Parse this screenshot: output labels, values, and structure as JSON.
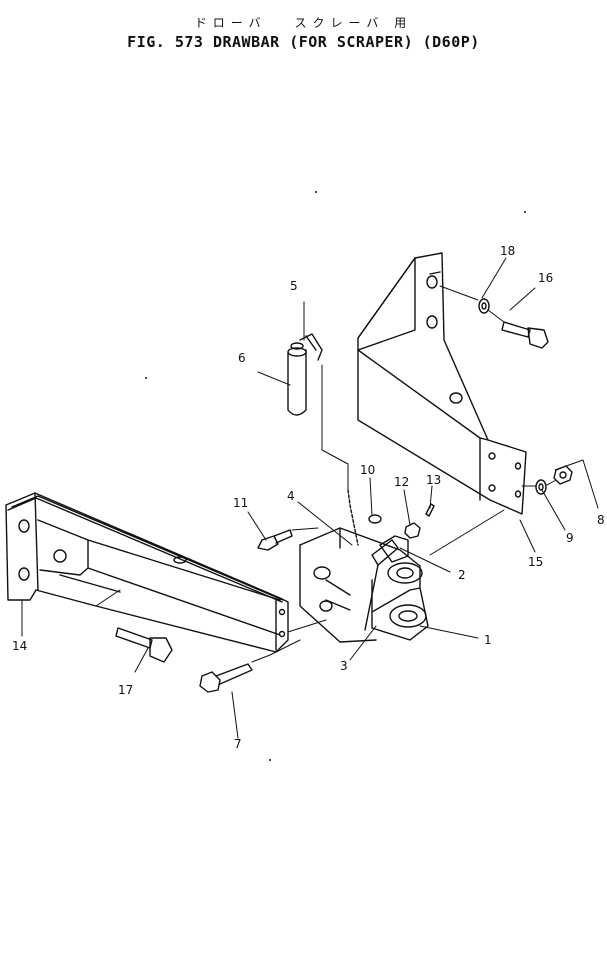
{
  "figure": {
    "title_jp": "ドローバ　 スクレーバ 用",
    "title_en": "FIG. 573  DRAWBAR (FOR SCRAPER) (D60P)"
  },
  "callouts": [
    "1",
    "2",
    "3",
    "4",
    "5",
    "6",
    "7",
    "8",
    "9",
    "10",
    "11",
    "12",
    "13",
    "14",
    "15",
    "16",
    "17",
    "18"
  ]
}
